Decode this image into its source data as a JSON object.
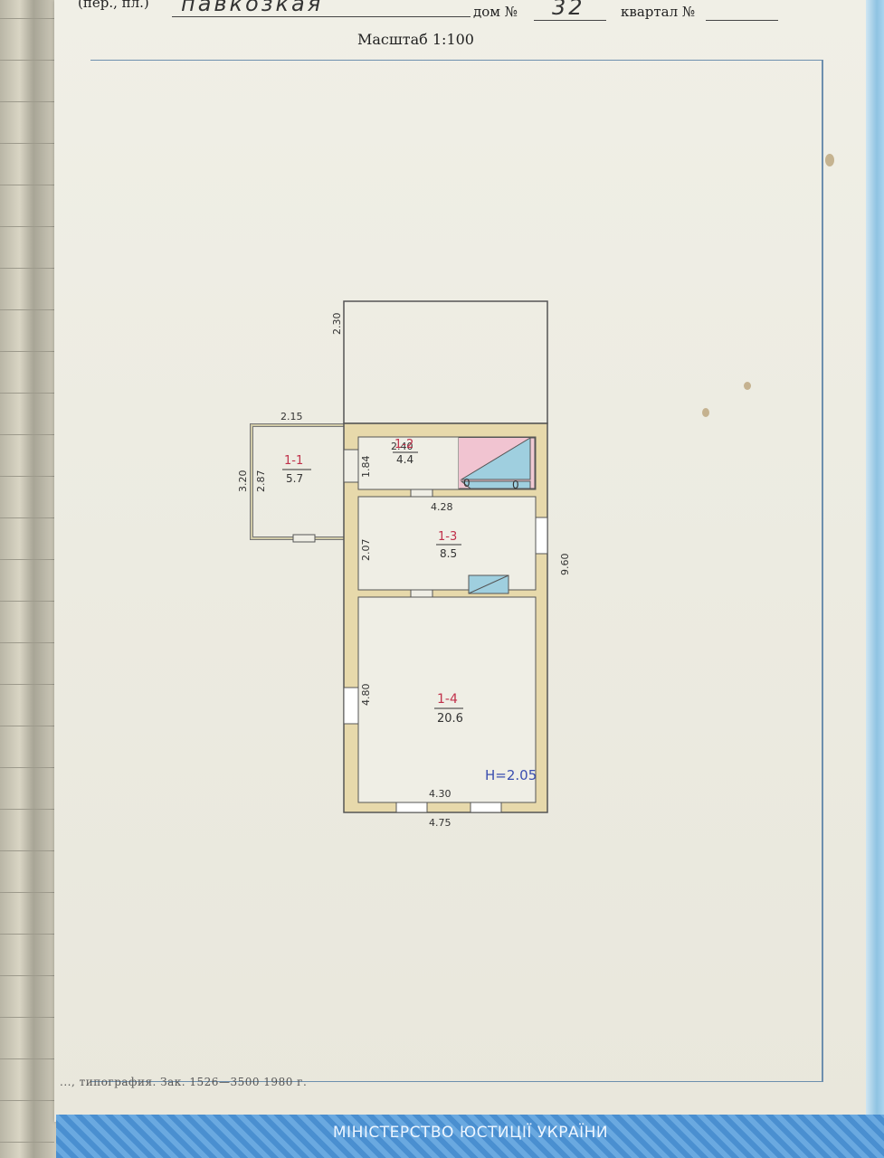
{
  "header": {
    "street_label": "(пер., пл.)",
    "street_value": "павкозкая",
    "house_label": "дом №",
    "house_value": "32",
    "block_label": "квартал №",
    "scale": "Масштаб 1:100"
  },
  "plan": {
    "dims": {
      "top_ext": "2.30",
      "porch_w": "2.15",
      "porch_h_outer": "3.20",
      "porch_h_inner": "2.87",
      "r2_w": "2.40",
      "r2_h": "1.84",
      "r3_w": "4.28",
      "r3_h": "2.07",
      "total_h": "9.60",
      "r4_h": "4.80",
      "r4_w_inner": "4.30",
      "total_w": "4.75"
    },
    "rooms": [
      {
        "id": "1-1",
        "area": "5.7"
      },
      {
        "id": "1-2",
        "area": "4.4"
      },
      {
        "id": "1-3",
        "area": "8.5"
      },
      {
        "id": "1-4",
        "area": "20.6"
      }
    ],
    "height_note": "H=2.05",
    "stove_marks": [
      "0",
      "0"
    ]
  },
  "print_info": "..., типография. Зак. 1526—3500   1980 г.",
  "footer": "МІНІСТЕРСТВО ЮСТИЦІЇ УКРАЇНИ"
}
